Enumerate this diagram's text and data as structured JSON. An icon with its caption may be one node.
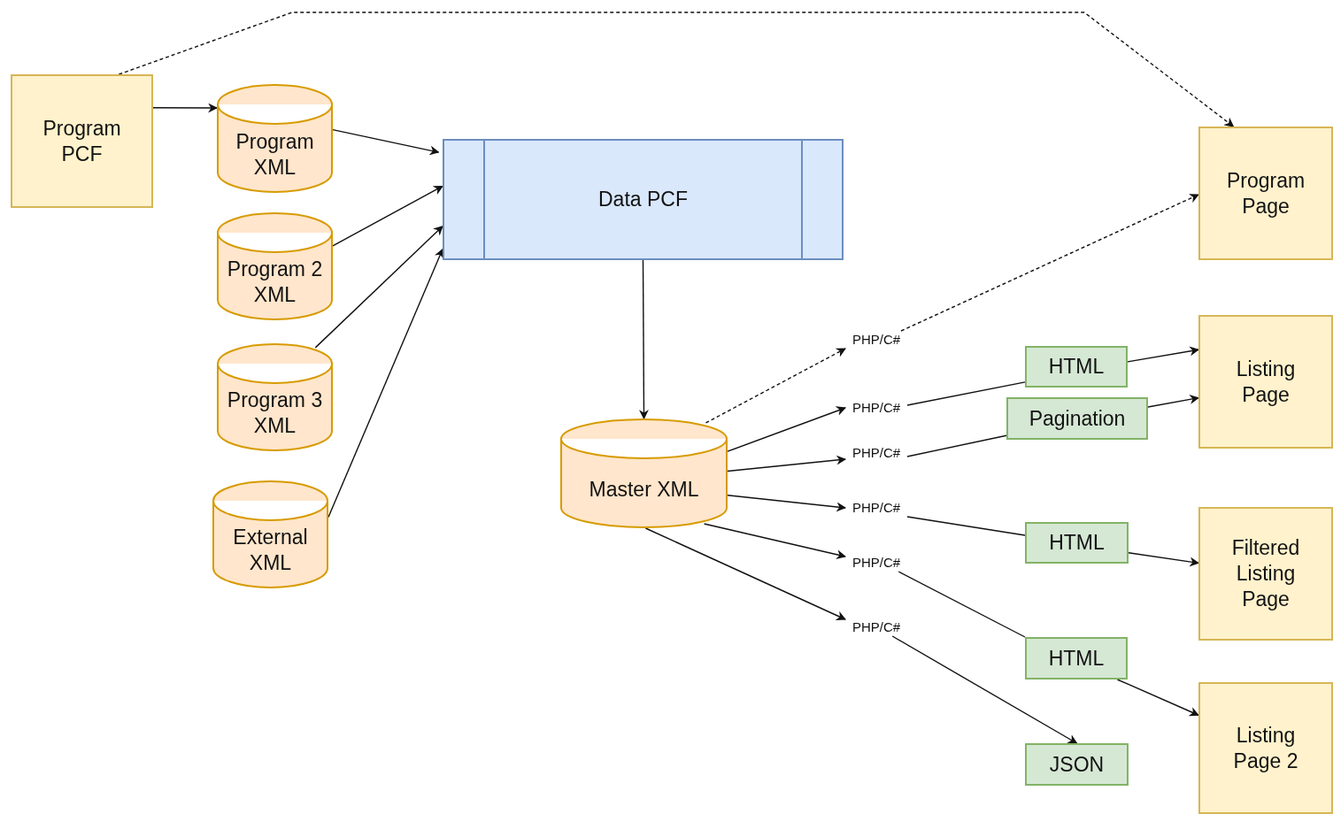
{
  "diagram": {
    "nodes": [
      {
        "text": [
          "Program PCF"
        ]
      },
      {
        "text": [
          "Program XML"
        ]
      },
      {
        "text": [
          "Program 2 XML"
        ]
      },
      {
        "text": [
          "Program 3 XML"
        ]
      },
      {
        "text": [
          "External XML"
        ]
      },
      {
        "text": [
          "Data PCF"
        ]
      },
      {
        "text": [
          "Master XML"
        ]
      },
      {
        "text": [
          "PHP/C#"
        ]
      },
      {
        "text": [
          "PHP/C#"
        ]
      },
      {
        "text": [
          "PHP/C#"
        ]
      },
      {
        "text": [
          "PHP/C#"
        ]
      },
      {
        "text": [
          "PHP/C#"
        ]
      },
      {
        "text": [
          "PHP/C#"
        ]
      },
      {
        "text": [
          "HTML"
        ]
      },
      {
        "text": [
          "Pagination"
        ]
      },
      {
        "text": [
          "HTML"
        ]
      },
      {
        "text": [
          "HTML"
        ]
      },
      {
        "text": [
          "JSON"
        ]
      },
      {
        "text": [
          "Program Page"
        ]
      },
      {
        "text": [
          "Listing Page"
        ]
      },
      {
        "text": [
          "Filtered Listing Page"
        ]
      },
      {
        "text": [
          "Listing Page 2"
        ]
      }
    ],
    "edges": [
      {
        "from": 0,
        "to": 1,
        "arrow": "to"
      },
      {
        "from": 1,
        "to": 5,
        "arrow": "to"
      },
      {
        "from": 2,
        "to": 5,
        "arrow": "to"
      },
      {
        "from": 3,
        "to": 5,
        "arrow": "to"
      },
      {
        "from": 4,
        "to": 5,
        "arrow": "to"
      },
      {
        "from": 5,
        "to": 6,
        "arrow": "to"
      },
      {
        "from": 0,
        "to": 18,
        "arrow": "to",
        "style": "dashed"
      },
      {
        "from": 6,
        "to": 7,
        "arrow": "to",
        "style": "dashed"
      },
      {
        "from": 7,
        "to": 18,
        "arrow": "to",
        "style": "dashed"
      },
      {
        "from": 6,
        "to": 8,
        "arrow": "to"
      },
      {
        "from": 8,
        "to": 13,
        "arrow": "none"
      },
      {
        "from": 13,
        "to": 19,
        "arrow": "to"
      },
      {
        "from": 6,
        "to": 9,
        "arrow": "to"
      },
      {
        "from": 9,
        "to": 14,
        "arrow": "none"
      },
      {
        "from": 14,
        "to": 19,
        "arrow": "to"
      },
      {
        "from": 6,
        "to": 10,
        "arrow": "to"
      },
      {
        "from": 10,
        "to": 15,
        "arrow": "none"
      },
      {
        "from": 15,
        "to": 20,
        "arrow": "to"
      },
      {
        "from": 6,
        "to": 11,
        "arrow": "to"
      },
      {
        "from": 11,
        "to": 16,
        "arrow": "none"
      },
      {
        "from": 16,
        "to": 21,
        "arrow": "to"
      },
      {
        "from": 6,
        "to": 12,
        "arrow": "to"
      },
      {
        "from": 12,
        "to": 17,
        "arrow": "to"
      }
    ]
  }
}
